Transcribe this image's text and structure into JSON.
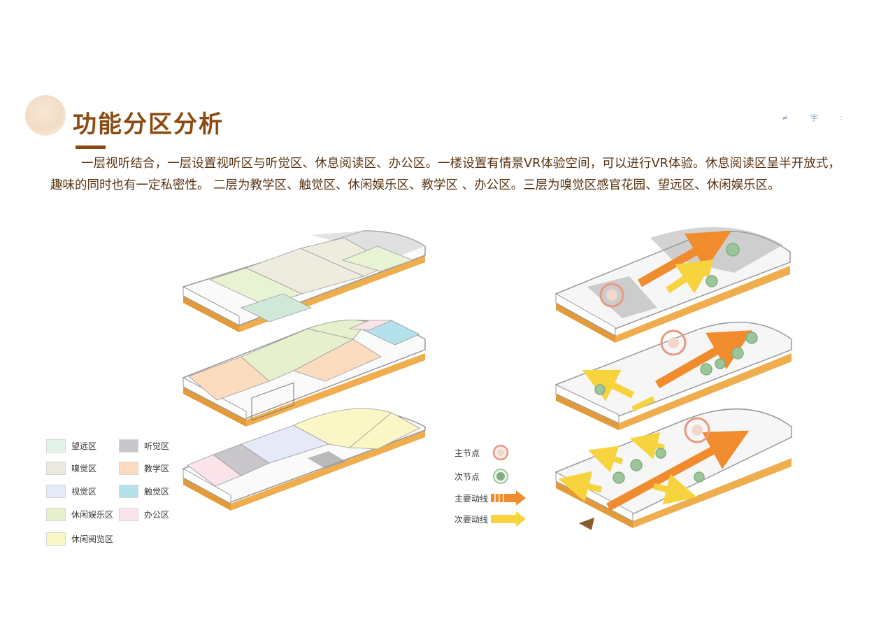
{
  "header": {
    "title": "功能分区分析",
    "logo_text": "≠ 宇 ː"
  },
  "intro": "一层视听结合，一层设置视听区与听觉区、休息阅读区、办公区。一楼设置有情景VR体验空间，可以进行VR体验。休息阅读区呈半开放式，趣味的同时也有一定私密性。 二层为教学区、触觉区、休闲娱乐区、教学区 、办公区。三层为嗅觉区感官花园、望远区、休闲娱乐区。",
  "legend": {
    "items": [
      {
        "label": "望远区",
        "color": "#e3f3ea"
      },
      {
        "label": "听觉区",
        "color": "#c9c7cb"
      },
      {
        "label": "嗅觉区",
        "color": "#eceadf"
      },
      {
        "label": "教学区",
        "color": "#fcdcbf"
      },
      {
        "label": "视觉区",
        "color": "#e6e9f7"
      },
      {
        "label": "触觉区",
        "color": "#b5e2ea"
      },
      {
        "label": "休闲娱乐区",
        "color": "#e7f0cc"
      },
      {
        "label": "办公区",
        "color": "#fbe3ea"
      },
      {
        "label": "休闲阅览区",
        "color": "#fbf6c6"
      }
    ]
  },
  "flow_legend": {
    "primary_node": "主节点",
    "secondary_node": "次节点",
    "primary_route": "主要动线",
    "secondary_route": "次要动线"
  },
  "colors": {
    "title": "#8a4a12",
    "slab_side": "#e7a13f",
    "primary_route": "#f08c2e",
    "secondary_route": "#f7d33e",
    "primary_node": "#e8987f",
    "secondary_node": "#7fae7f"
  }
}
